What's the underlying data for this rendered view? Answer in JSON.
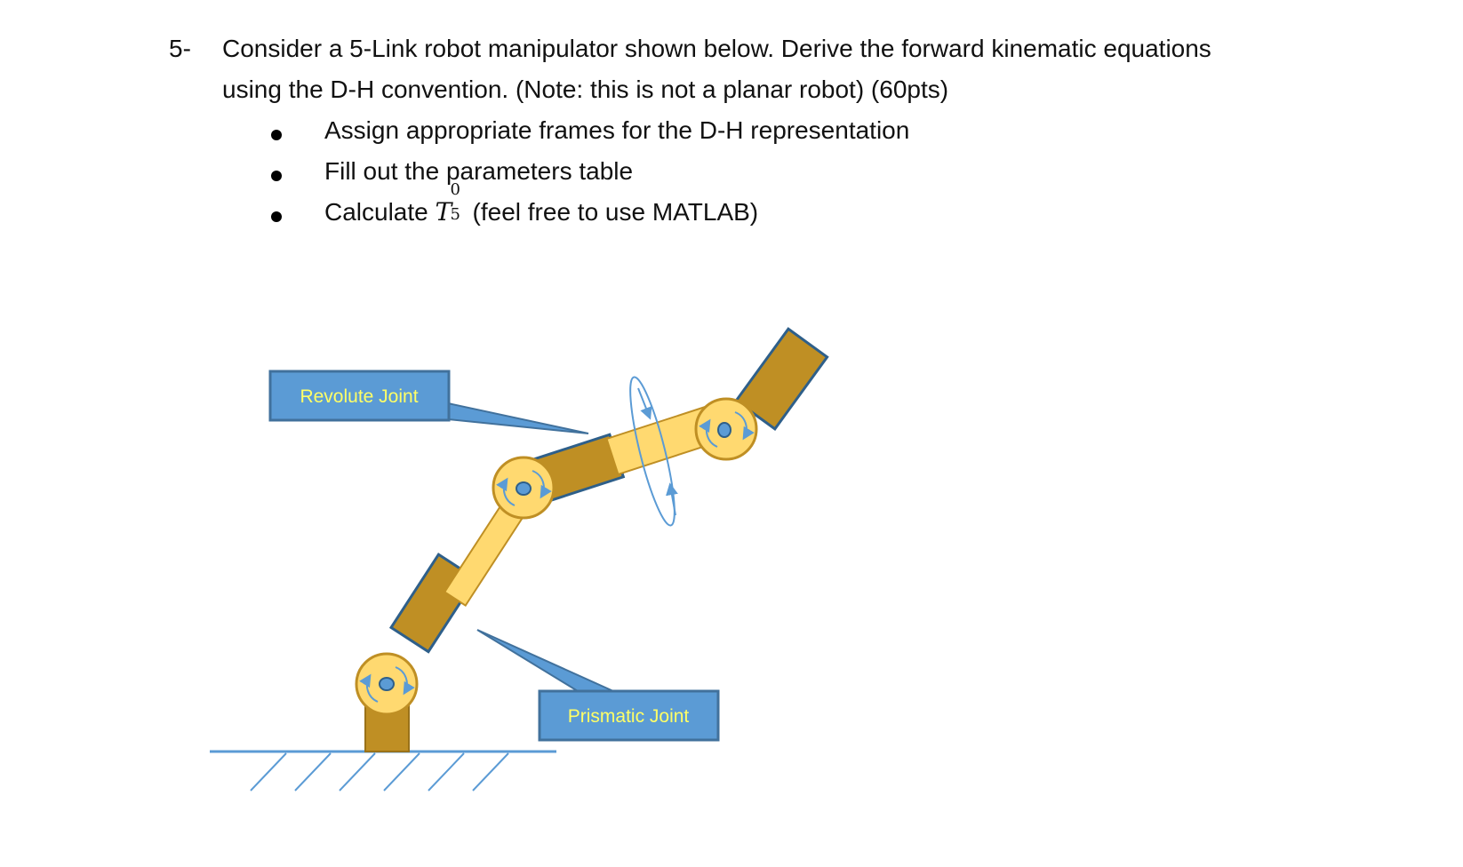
{
  "question": {
    "number": "5-",
    "line1": "Consider a 5-Link robot manipulator shown below. Derive the forward kinematic equations",
    "line2": "using the D-H convention. (Note: this is not a planar robot) (60pts)",
    "bullets": [
      "Assign appropriate frames for the D-H representation",
      "Fill out the parameters table",
      "(feel free to use MATLAB)"
    ],
    "bullet3_prefix": "Calculate",
    "symbol": {
      "base": "T",
      "superscript": "0",
      "subscript": "5"
    }
  },
  "diagram": {
    "callout_revolute": "Revolute Joint",
    "callout_prismatic": "Prismatic Joint",
    "colors": {
      "callout_fill": "#5b9bd5",
      "callout_border": "#41719c",
      "callout_text": "#ffff66",
      "link_dark": "#bf8f24",
      "link_light": "#ffd970",
      "joint_fill": "#ffd970",
      "joint_stroke": "#bf8f24",
      "arrow_blue": "#5b9bd5"
    }
  }
}
